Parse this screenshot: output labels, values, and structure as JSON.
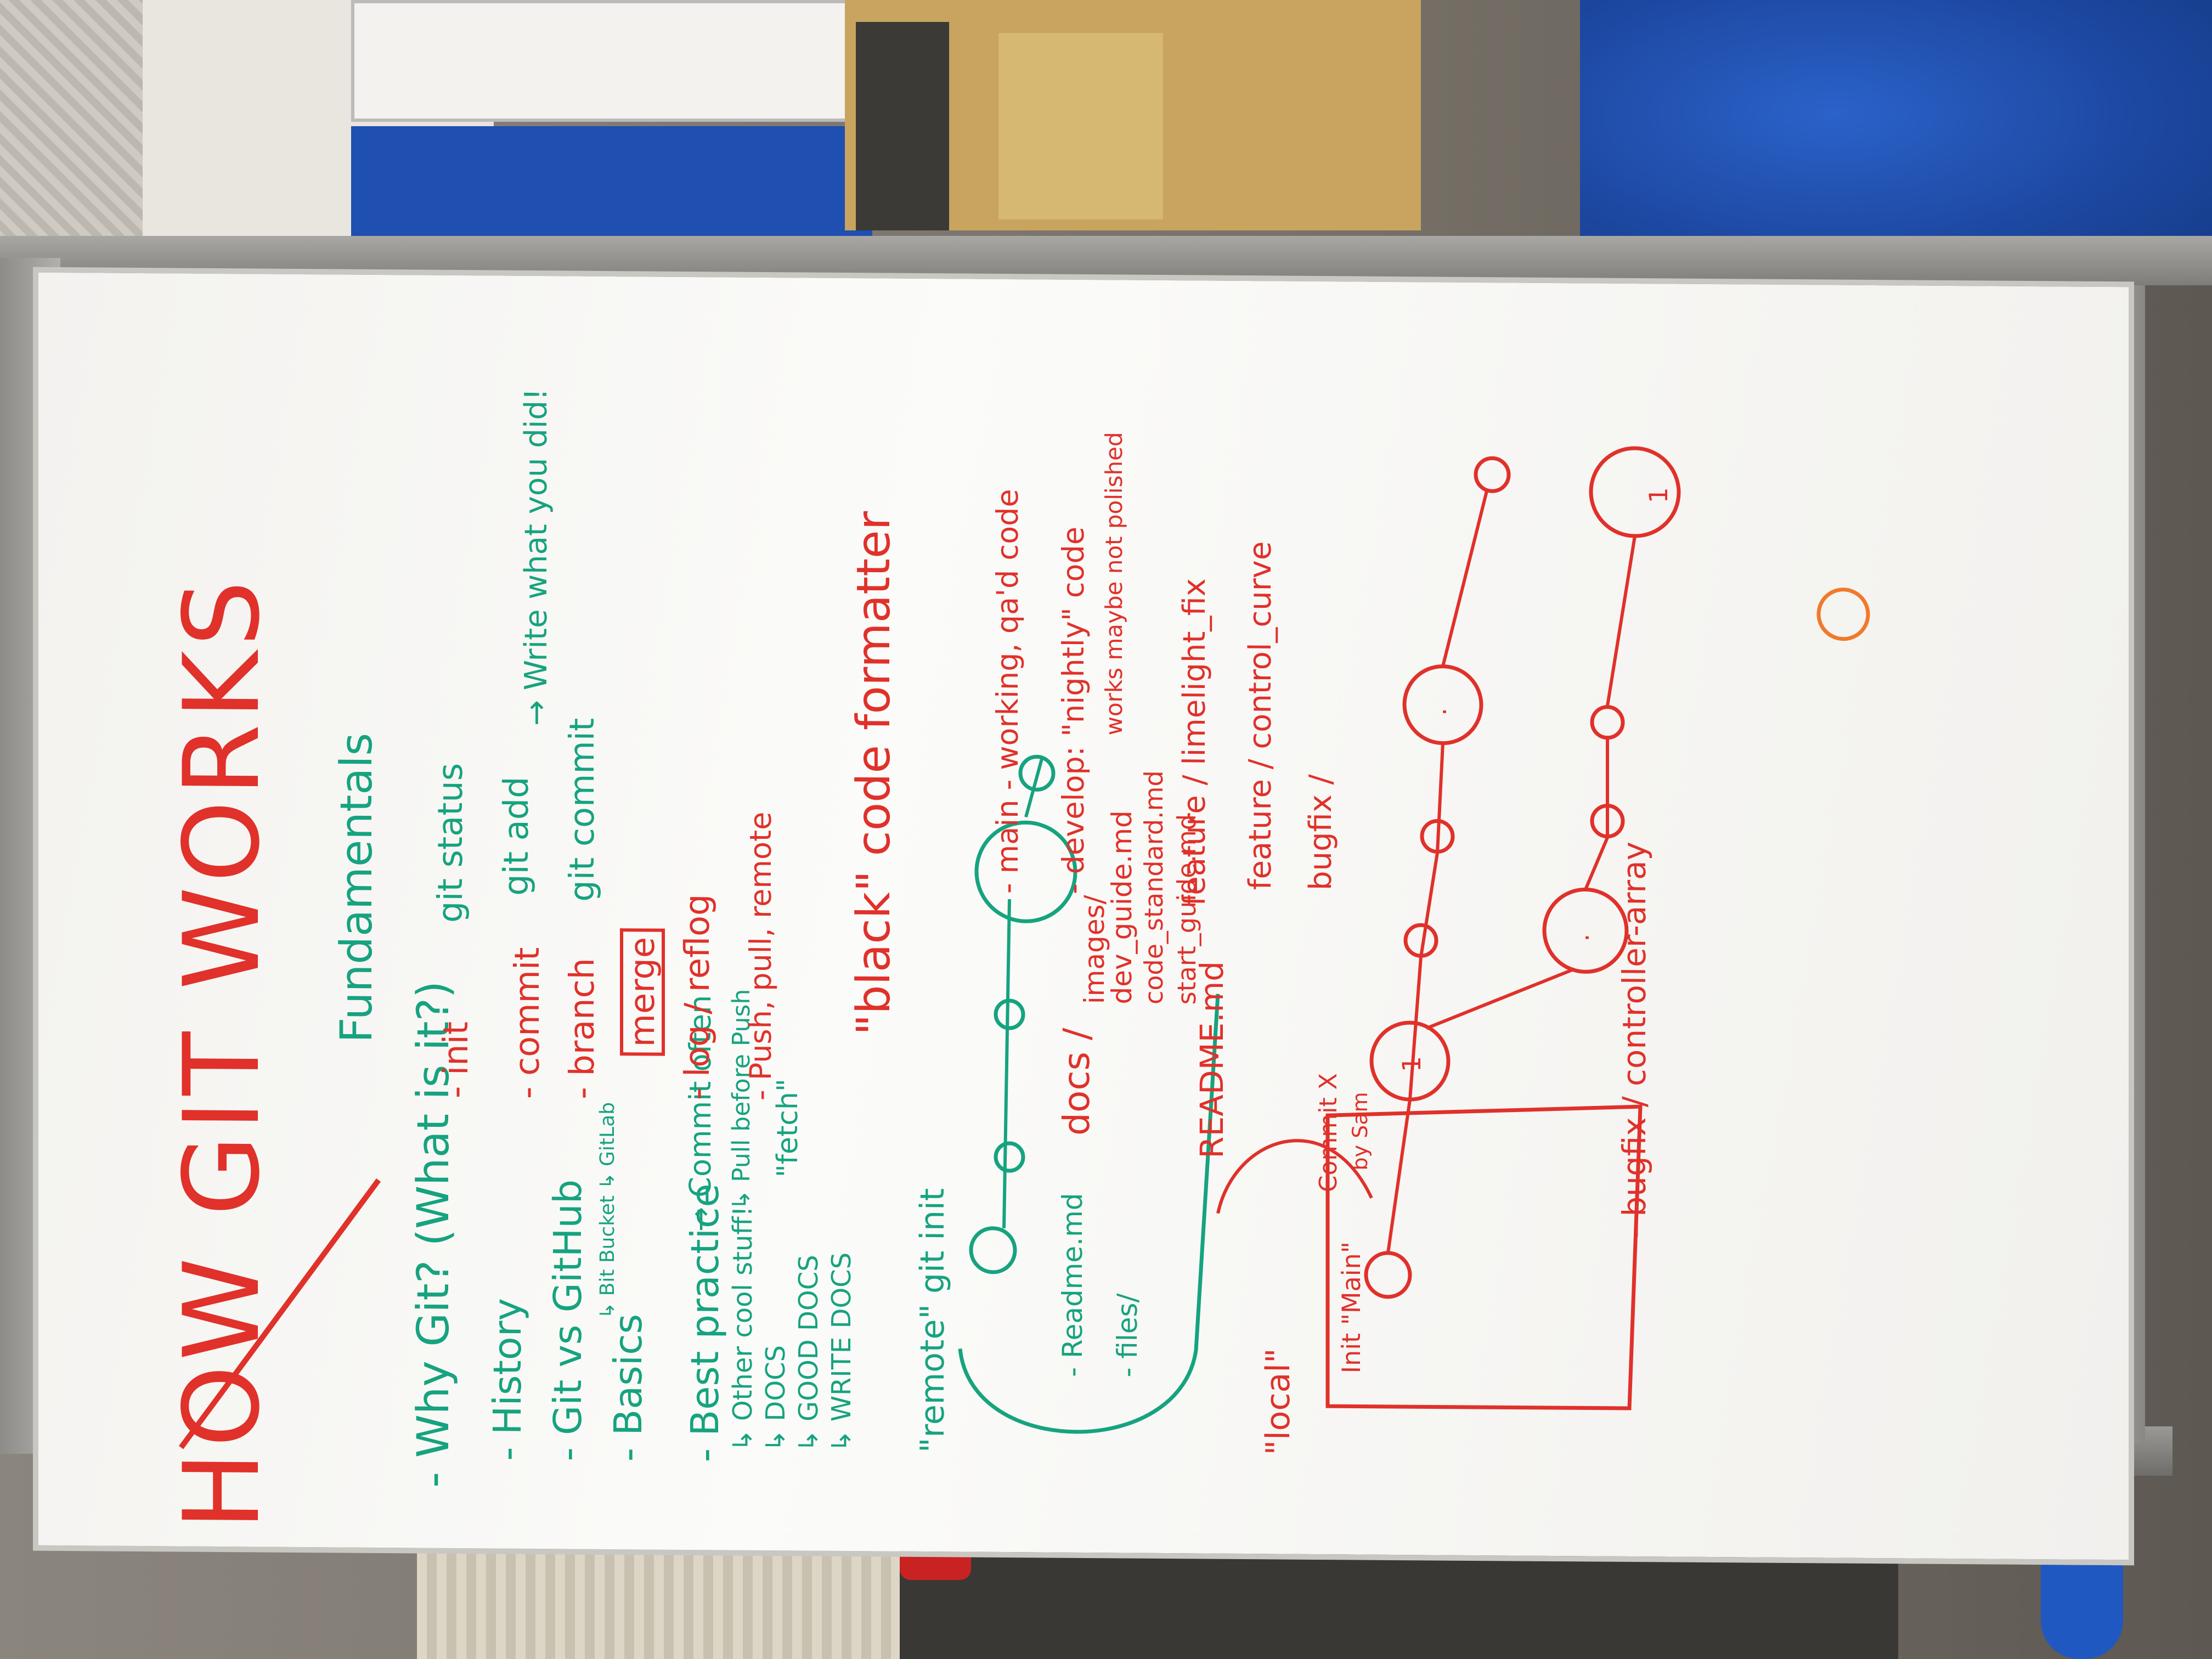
{
  "board": {
    "title": "HOW GIT WORKS",
    "why_git": "- Why Git? (What is it?)",
    "history": "- History",
    "git_vs_github": "- Git vs GitHub",
    "github_sub": "↳ Bit Bucket ↳ GitLab",
    "basics": "- Basics",
    "best_practice": "- Best practice",
    "commit_often": "→ Commit often",
    "other_cool_stuff": "↳ Other cool stuff!",
    "docs": "↳ DOCS",
    "good_docs": "↳ GOOD DOCS",
    "write_docs": "↳ WRITE DOCS",
    "pull_before_push": "↳ Pull before Push",
    "fetch": "\"fetch\"",
    "fundamentals": "Fundamentals",
    "init": "- init",
    "commit": "- commit",
    "branch": "- branch",
    "merge": "merge",
    "log_reflog": "- log / reflog",
    "push_pull_remote": "- Push, pull, remote",
    "git_status": "git status",
    "git_add": "git add",
    "git_commit": "git commit",
    "write_what_you_did": "→ Write what you did!",
    "black_code_formatter": "\"black\" code formatter",
    "main_branch": "- main - working, qa'd code",
    "develop_branch": "- develop: \"nightly\" code",
    "develop_note": "works maybe not polished",
    "feature_limelight": "feature / limelight_fix",
    "feature_control": "feature / control_curve",
    "bugfix": "bugfix /",
    "remote_label": "\"remote\" git init",
    "readme_md": "- Readme.md",
    "files": "- files/",
    "docs_path": "docs /",
    "images": "images/",
    "dev_guide": "dev_guide.md",
    "code_standard": "code_standard.md",
    "start_guide": "start_guide.md",
    "readme_caps": "README.md",
    "local_label": "\"local\"",
    "init_main": "Init \"Main\"",
    "commit_x": "Commit X",
    "by_sam": "by Sam",
    "bugfix_controller": "- bugfix / controller-array",
    "node_one": "1",
    "node_dot": "·"
  },
  "colors": {
    "red_marker": "#e0312a",
    "teal_marker": "#16a37f",
    "orange_marker": "#f07a2a",
    "board": "#f7f6f3"
  }
}
